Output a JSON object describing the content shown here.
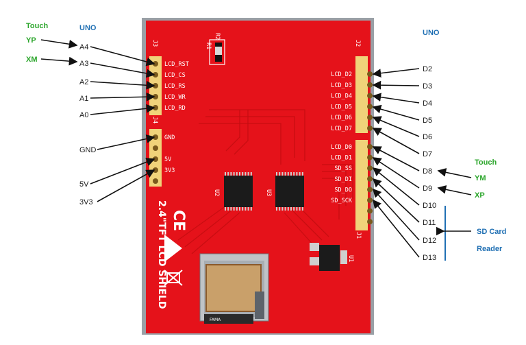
{
  "uno_labels": {
    "left": "UNO",
    "right": "UNO"
  },
  "touch_labels": {
    "left_title": "Touch",
    "right_title": "Touch"
  },
  "left_pins": [
    {
      "label": "A4",
      "touch": "YP"
    },
    {
      "label": "A3",
      "touch": "XM"
    },
    {
      "label": "A2"
    },
    {
      "label": "A1"
    },
    {
      "label": "A0"
    },
    {
      "label": "GND"
    },
    {
      "label": "5V"
    },
    {
      "label": "3V3"
    }
  ],
  "right_pins": [
    {
      "label": "D2"
    },
    {
      "label": "D3"
    },
    {
      "label": "D4"
    },
    {
      "label": "D5"
    },
    {
      "label": "D6"
    },
    {
      "label": "D7"
    },
    {
      "label": "D8",
      "touch": "YM"
    },
    {
      "label": "D9",
      "touch": "XP"
    },
    {
      "label": "D10"
    },
    {
      "label": "D11"
    },
    {
      "label": "D12"
    },
    {
      "label": "D13"
    }
  ],
  "sd_card_label": [
    "SD Card",
    "Reader"
  ],
  "board": {
    "j3_label": "J3",
    "j4_label": "J4",
    "j2_label": "J2",
    "j1_label": "J1",
    "j3_pins": [
      "LCD_RST",
      "LCD_CS",
      "LCD_RS",
      "LCD_WR",
      "LCD_RD"
    ],
    "j4_pins": [
      "GND",
      "5V",
      "3V3"
    ],
    "j2_pins": [
      "LCD_D2",
      "LCD_D3",
      "LCD_D4",
      "LCD_D5",
      "LCD_D6",
      "LCD_D7"
    ],
    "j1_pins": [
      "LCD_D0",
      "LCD_D1",
      "SD_SS",
      "SD_DI",
      "SD_DO",
      "SD_SCK"
    ],
    "r1": "R1",
    "r2": "R2",
    "u1": "U1",
    "u2": "U2",
    "u3": "U3",
    "title": "2.4\"TFT LCD SHIELD",
    "ce_mark": "CE",
    "sd_slot_text": "FAMA"
  },
  "colors": {
    "board": "#e5121a",
    "header": "#f0d37a",
    "label_green": "#2aa52a",
    "label_blue": "#1f6fb3"
  }
}
